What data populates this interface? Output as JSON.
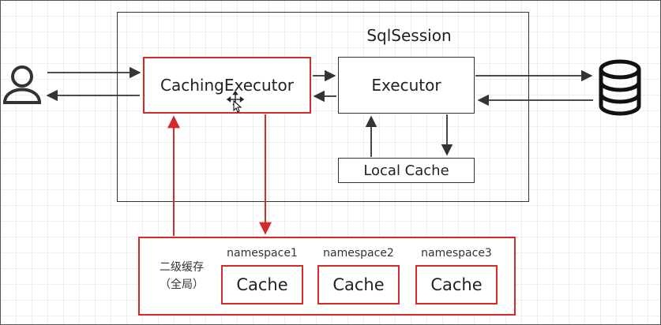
{
  "diagram": {
    "session_title": "SqlSession",
    "caching_executor": "CachingExecutor",
    "executor": "Executor",
    "local_cache": "Local Cache",
    "second_level_cache": {
      "label_line1": "二级缓存",
      "label_line2": "（全局）",
      "namespaces": [
        {
          "name": "namespace1",
          "cache": "Cache"
        },
        {
          "name": "namespace2",
          "cache": "Cache"
        },
        {
          "name": "namespace3",
          "cache": "Cache"
        }
      ]
    },
    "icons": {
      "user": "user-icon",
      "database": "database-icon",
      "cursor": "move-cursor-icon"
    },
    "colors": {
      "highlight": "#d42a2a",
      "stroke": "#333333"
    }
  }
}
